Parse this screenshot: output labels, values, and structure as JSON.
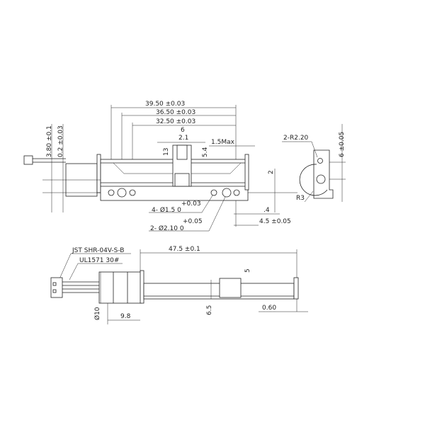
{
  "top_view": {
    "dim_39_50": "39.50 ±0.03",
    "dim_36_50": "36.50 ±0.03",
    "dim_32_50": "32.50 ±0.03",
    "dim_6": "6",
    "dim_2_1": "2.1",
    "dim_1_5max": "1.5Max",
    "dim_13": "13",
    "dim_5_4": "5.4",
    "dim_3_80": "3.80 ±0.1",
    "dim_0_2": "0.2 ±0.03",
    "hole_4_label": "4- Ø1.5  0",
    "hole_4_tol": "+0.03",
    "hole_2_label": "2- Ø2.10  0",
    "hole_2_tol": "+0.05",
    "dim_2": "2",
    "dim_4": ".4",
    "dim_4_5": "4.5 ±0.05"
  },
  "side_view": {
    "radius_2_2": "2-R2.20",
    "dim_6": "6 ±0.05",
    "radius_3": "R3"
  },
  "bottom_view": {
    "connector": "JST SHR-04V-S-B",
    "wire": "UL1571  30#",
    "dim_47_5": "47.5 ±0.1",
    "dim_5": "5",
    "dim_6_5": "6.5",
    "dim_0_60": "0.60",
    "dim_d10": "Ø10",
    "dim_9_8": "9.8"
  }
}
